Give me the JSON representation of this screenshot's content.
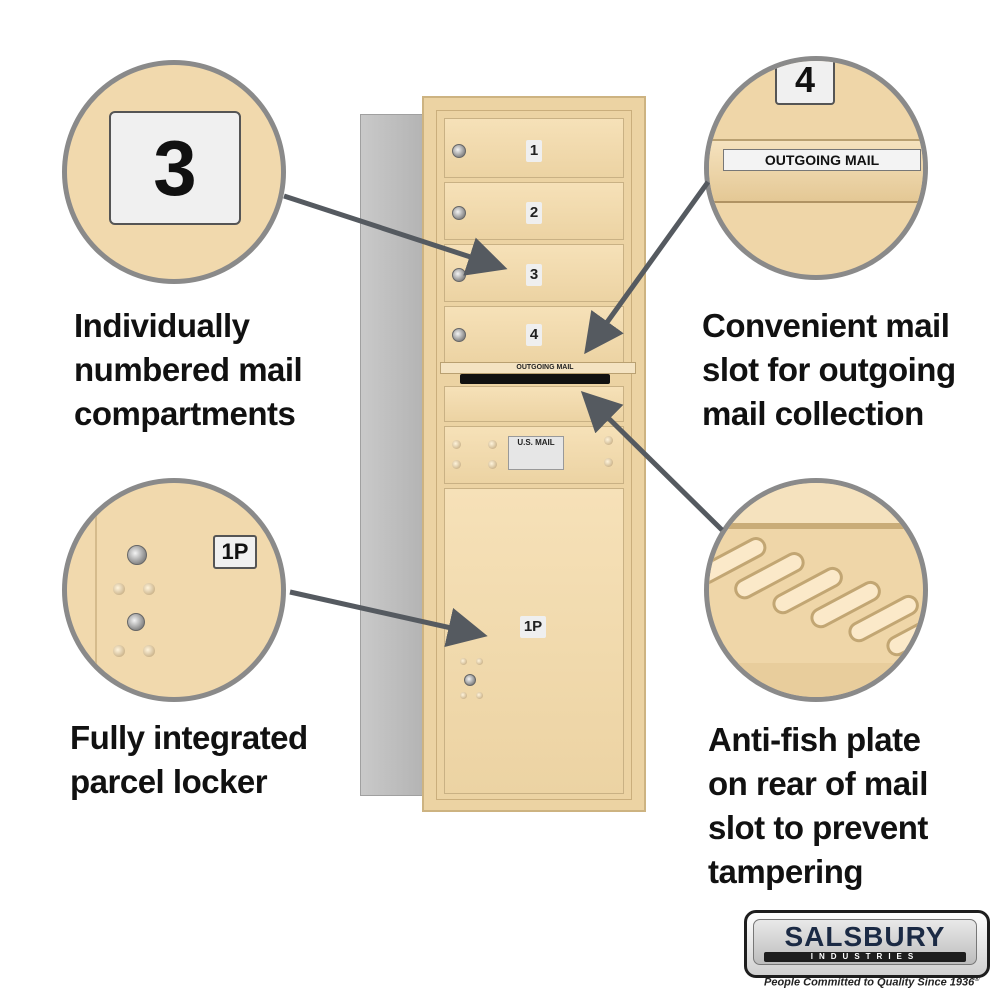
{
  "captions": {
    "compartments": [
      "Individually",
      "numbered mail",
      "compartments"
    ],
    "outgoing": [
      "Convenient mail",
      "slot for outgoing",
      "mail collection"
    ],
    "parcel": [
      "Fully integrated",
      "parcel locker"
    ],
    "antifish": [
      "Anti-fish plate",
      "on rear of mail",
      "slot to prevent",
      "tampering"
    ]
  },
  "mailbox": {
    "doors": [
      "1",
      "2",
      "3",
      "4"
    ],
    "slot_label": "OUTGOING MAIL",
    "usmail_label": "U.S. MAIL",
    "parcel_label": "1P"
  },
  "callouts": {
    "compartment_number": "3",
    "outgoing_number": "4",
    "outgoing_label": "OUTGOING MAIL",
    "parcel_label": "1P"
  },
  "brand": {
    "name": "SALSBURY",
    "subtitle": "INDUSTRIES",
    "tagline": "People Committed to Quality Since 1936",
    "registered_mark": "®"
  },
  "colors": {
    "sandstone": "#ecd3a3",
    "circle_border": "#8a8a8a",
    "arrow": "#555a60",
    "text": "#111111"
  }
}
